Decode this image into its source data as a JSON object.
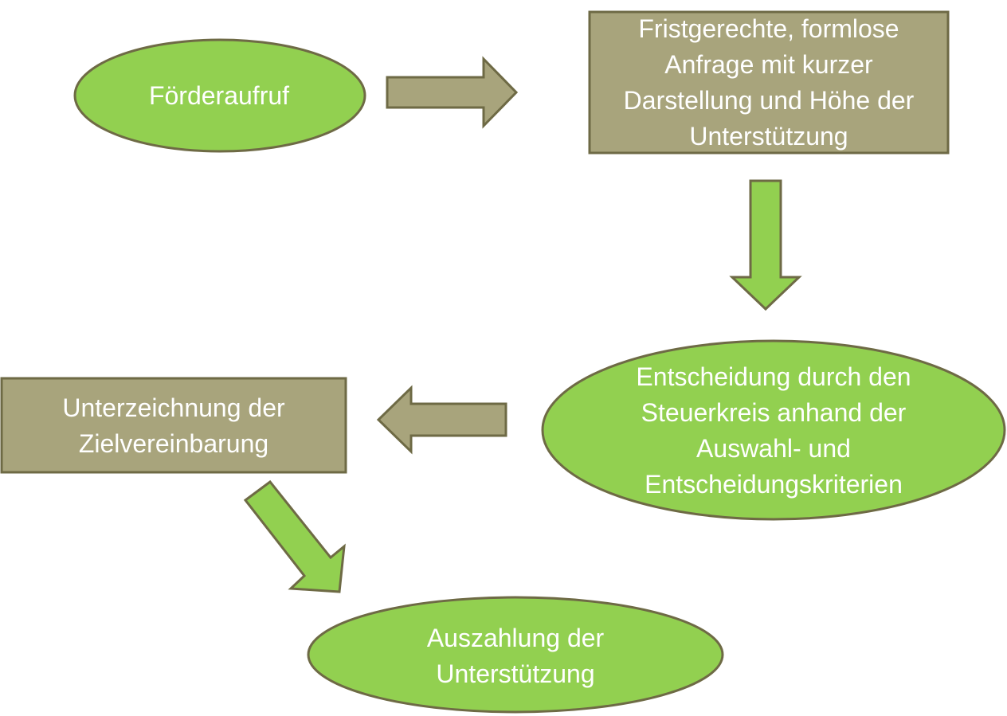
{
  "diagram": {
    "type": "flowchart",
    "colors": {
      "green_fill": "#92d050",
      "khaki_fill": "#a8a47c",
      "outline": "#6e6a45",
      "text": "#ffffff"
    },
    "nodes": {
      "foerderaufruf": {
        "shape": "ellipse",
        "label": "Förderaufruf"
      },
      "anfrage": {
        "shape": "rectangle",
        "label": "Fristgerechte, formlose\nAnfrage mit kurzer\nDarstellung und Höhe der\nUnterstützung"
      },
      "entscheidung": {
        "shape": "ellipse",
        "label": "Entscheidung durch den\nSteuerkreis anhand der\nAuswahl- und\nEntscheidungskriterien"
      },
      "unterzeichnung": {
        "shape": "rectangle",
        "label": "Unterzeichnung der\nZielvereinbarung"
      },
      "auszahlung": {
        "shape": "ellipse",
        "label": "Auszahlung der\nUnterstützung"
      }
    },
    "edges": [
      {
        "from": "foerderaufruf",
        "to": "anfrage",
        "direction": "right"
      },
      {
        "from": "anfrage",
        "to": "entscheidung",
        "direction": "down"
      },
      {
        "from": "entscheidung",
        "to": "unterzeichnung",
        "direction": "left"
      },
      {
        "from": "unterzeichnung",
        "to": "auszahlung",
        "direction": "down-right"
      }
    ]
  }
}
